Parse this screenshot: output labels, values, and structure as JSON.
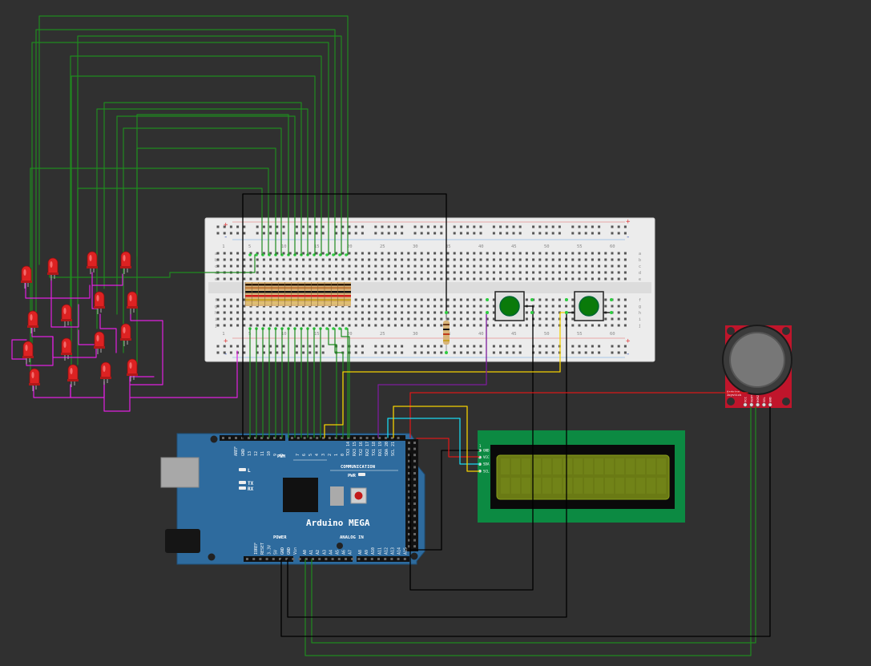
{
  "breadboard": {
    "top_columns": [
      "1",
      "5",
      "10",
      "15",
      "20",
      "25",
      "30",
      "35",
      "40",
      "45",
      "50",
      "55",
      "60"
    ],
    "top_rows": [
      "a",
      "b",
      "c",
      "d",
      "e"
    ],
    "bottom_rows": [
      "f",
      "g",
      "h",
      "i",
      "j"
    ],
    "plus": "+",
    "minus": "-"
  },
  "arduino": {
    "name": "Arduino MEGA",
    "pwm_label": "PWM",
    "communication_label": "COMMUNICATION",
    "power_label": "POWER",
    "analog_label": "ANALOG IN",
    "led_l": "L",
    "led_tx": "TX",
    "led_rx": "RX",
    "pwr_label": "PWR",
    "top_pins": [
      "AREF",
      "GND",
      "13",
      "12",
      "11",
      "10",
      "9",
      "8",
      "7",
      "6",
      "5",
      "4",
      "3",
      "2",
      "1",
      "0",
      "TX3 14",
      "RX3 15",
      "TX2 16",
      "RX2 17",
      "TX1 18",
      "RX1 19",
      "SDA 20",
      "SCL 21"
    ],
    "power_pins": [
      "IOREF",
      "RESET",
      "3.3V",
      "5V",
      "GND",
      "GND",
      "Vin"
    ],
    "analog_pins": [
      "A0",
      "A1",
      "A2",
      "A3",
      "A4",
      "A5",
      "A6",
      "A7",
      "A8",
      "A9",
      "A10",
      "A11",
      "A12",
      "A13",
      "A14",
      "A15"
    ]
  },
  "lcd": {
    "pin_index": "1",
    "pins": [
      "GND",
      "VCC",
      "SDA",
      "SCL"
    ]
  },
  "joystick": {
    "brand": "Arduino",
    "name": "Joystick",
    "pins": [
      "VCC",
      "VERT",
      "HORZ",
      "SEL",
      "GND"
    ]
  },
  "colors": {
    "background": "#303030",
    "wire_green": "#1f8a1f",
    "wire_magenta": "#e020e0",
    "wire_black": "#000000",
    "wire_red": "#d81818",
    "wire_yellow": "#f4d000",
    "wire_cyan": "#18d8ef",
    "wire_purple": "#7c1c9c",
    "board_blue": "#2e6b9e",
    "lcd_green": "#0c8a42",
    "joystick_red": "#c0152b"
  }
}
